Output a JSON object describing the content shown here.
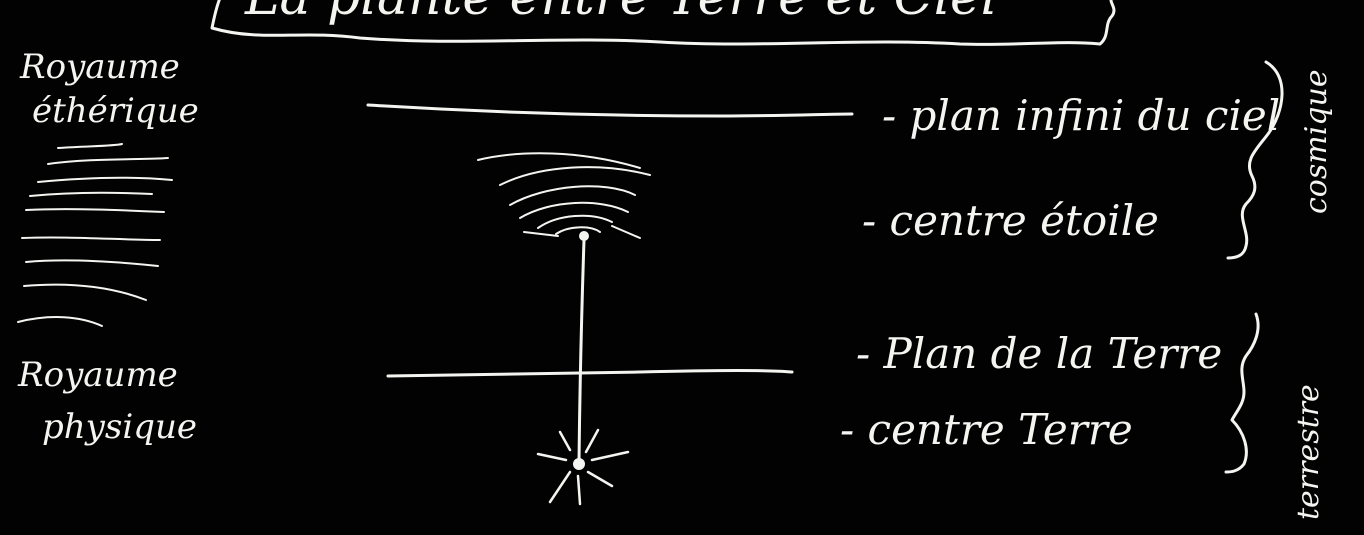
{
  "title": "La plante entre Terre et Ciel",
  "left_labels": {
    "etheric_line1": "Royaume",
    "etheric_line2": "éthérique",
    "physical_line1": "Royaume",
    "physical_line2": "physique"
  },
  "right_labels": {
    "plan_infini": "- plan infini du ciel",
    "centre_etoile": "- centre étoile",
    "plan_terre": "- Plan de la Terre",
    "centre_terre": "- centre Terre"
  },
  "group_labels": {
    "cosmique": "cosmique",
    "terrestre": "terrestre"
  },
  "colors": {
    "board": "#020202",
    "chalk": "#f4f4f0"
  }
}
